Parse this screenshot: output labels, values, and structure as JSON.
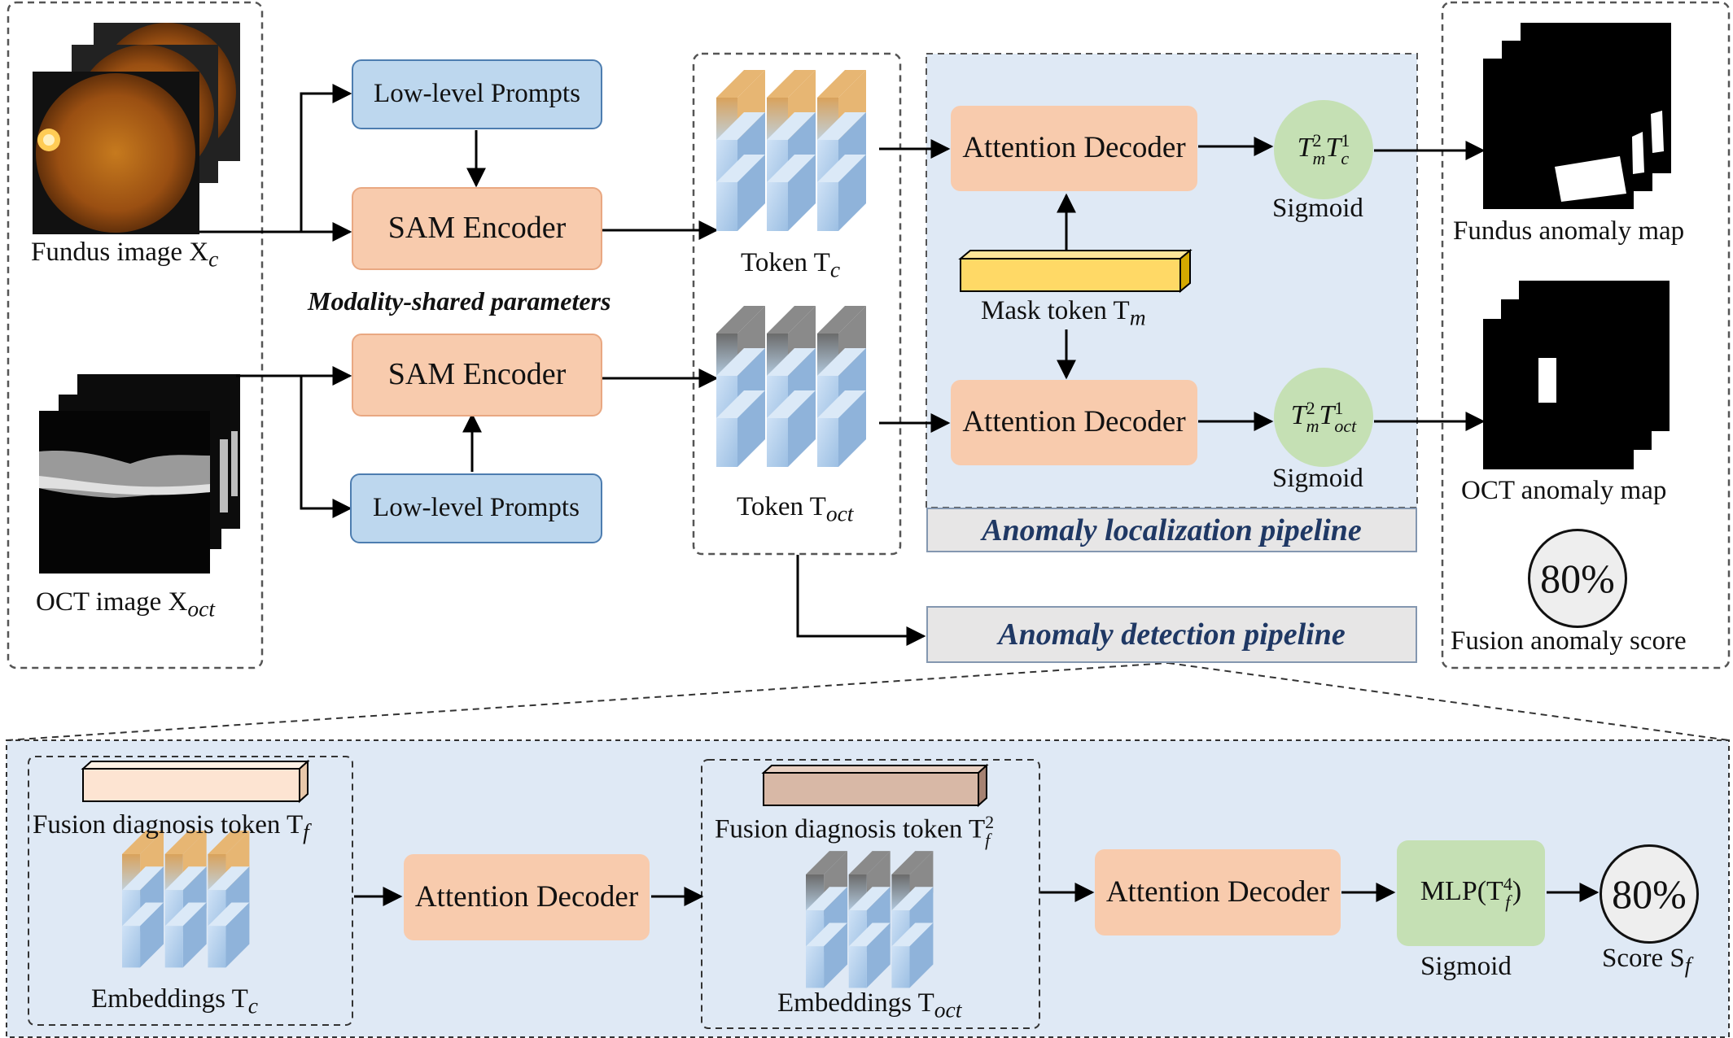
{
  "inputs": {
    "fundus_label": "Fundus image X",
    "fundus_sub": "c",
    "oct_label": "OCT image X",
    "oct_sub": "oct"
  },
  "encoder": {
    "top_prompts": "Low-level Prompts",
    "top_encoder": "SAM Encoder",
    "shared_params": "Modality-shared parameters",
    "bottom_encoder": "SAM Encoder",
    "bottom_prompts": "Low-level Prompts"
  },
  "tokens": {
    "tc_label": "Token T",
    "tc_sub": "c",
    "toct_label": "Token T",
    "toct_sub": "oct"
  },
  "localization": {
    "decoder_top": "Attention Decoder",
    "decoder_bottom": "Attention Decoder",
    "mask_token": "Mask token T",
    "mask_sub": "m",
    "sig_top_T1": "T",
    "sig_top_sup1": "2",
    "sig_top_sub1": "m",
    "sig_top_T2": "T",
    "sig_top_sup2": "1",
    "sig_top_sub2": "c",
    "sig_top_label": "Sigmoid",
    "sig_bot_T1": "T",
    "sig_bot_sup1": "2",
    "sig_bot_sub1": "m",
    "sig_bot_T2": "T",
    "sig_bot_sup2": "1",
    "sig_bot_sub2": "oct",
    "sig_bot_label": "Sigmoid",
    "pipeline_label": "Anomaly localization pipeline"
  },
  "detection": {
    "pipeline_label": "Anomaly detection pipeline"
  },
  "outputs": {
    "fundus_map": "Fundus anomaly map",
    "oct_map": "OCT anomaly map",
    "score_value": "80%",
    "score_label": "Fusion anomaly score"
  },
  "bottom": {
    "fusion_token_1": "Fusion diagnosis token T",
    "fusion_token_1_sub": "f",
    "embeddings_1": "Embeddings T",
    "embeddings_1_sub": "c",
    "decoder_1": "Attention Decoder",
    "fusion_token_2": "Fusion diagnosis token T",
    "fusion_token_2_sup": "2",
    "fusion_token_2_sub": "f",
    "embeddings_2": "Embeddings T",
    "embeddings_2_sub": "oct",
    "decoder_2": "Attention Decoder",
    "mlp_prefix": "MLP(T",
    "mlp_sup": "4",
    "mlp_sub": "f",
    "mlp_suffix": ")",
    "mlp_label": "Sigmoid",
    "score_value": "80%",
    "score_label": "Score S",
    "score_sub": "f"
  },
  "colors": {
    "prompt_fill": "#bdd7ee",
    "encoder_fill": "#f8cbad",
    "sigmoid_fill": "#c5e0b4",
    "pipeline_bg": "#e7e6e6",
    "pipeline_text": "#1f3864",
    "region_bg": "#dfe9f5",
    "mask_token_fill": "#ffd966"
  }
}
